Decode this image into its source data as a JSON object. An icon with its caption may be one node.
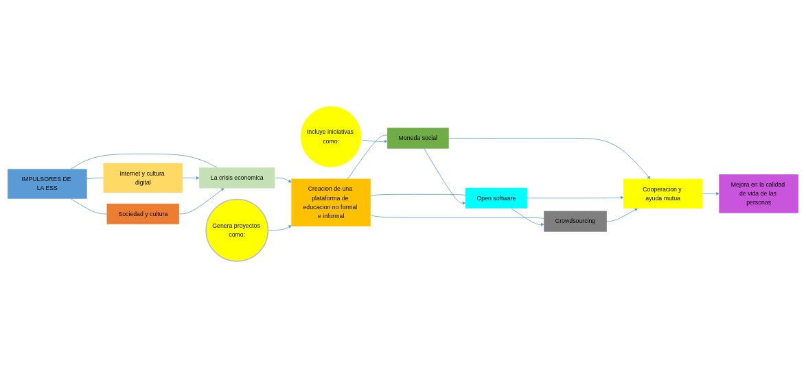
{
  "diagram": {
    "nodes": [
      {
        "text": [
          "IMPULSORES DE LA ESS"
        ]
      },
      {
        "text": [
          "Internet y cultura digital"
        ]
      },
      {
        "text": [
          "La crisis economica"
        ]
      },
      {
        "text": [
          "Sociedad y cultura"
        ]
      },
      {
        "text": [
          "Genera proyectos como:"
        ]
      },
      {
        "text": [
          "Creacion de una plataforma de educacion no formal e informal"
        ]
      },
      {
        "text": [
          "Incluye iniciativas como:"
        ]
      },
      {
        "text": [
          "Moneda social"
        ]
      },
      {
        "text": [
          "Open software"
        ]
      },
      {
        "text": [
          "Crowdsourcing"
        ]
      },
      {
        "text": [
          "Cooperacion y ayuda mutua"
        ]
      },
      {
        "text": [
          "Mejora en la calidad de vida de las personas"
        ]
      }
    ],
    "edges": [
      {
        "from": 0,
        "to": 1,
        "arrow": "none"
      },
      {
        "from": 0,
        "to": 2,
        "arrow": "none"
      },
      {
        "from": 0,
        "to": 3,
        "arrow": "none"
      },
      {
        "from": 1,
        "to": 2,
        "arrow": "to"
      },
      {
        "from": 3,
        "to": 2,
        "arrow": "to"
      },
      {
        "from": 2,
        "to": 5,
        "arrow": "to"
      },
      {
        "from": 4,
        "to": 5,
        "arrow": "to"
      },
      {
        "from": 5,
        "to": 7,
        "arrow": "none"
      },
      {
        "from": 5,
        "to": 8,
        "arrow": "none"
      },
      {
        "from": 5,
        "to": 9,
        "arrow": "none"
      },
      {
        "from": 6,
        "to": 7,
        "arrow": "to"
      },
      {
        "from": 7,
        "to": 8,
        "arrow": "to"
      },
      {
        "from": 8,
        "to": 9,
        "arrow": "to"
      },
      {
        "from": 7,
        "to": 10,
        "arrow": "to"
      },
      {
        "from": 8,
        "to": 10,
        "arrow": "to"
      },
      {
        "from": 9,
        "to": 10,
        "arrow": "to"
      },
      {
        "from": 10,
        "to": 11,
        "arrow": "to"
      }
    ]
  }
}
